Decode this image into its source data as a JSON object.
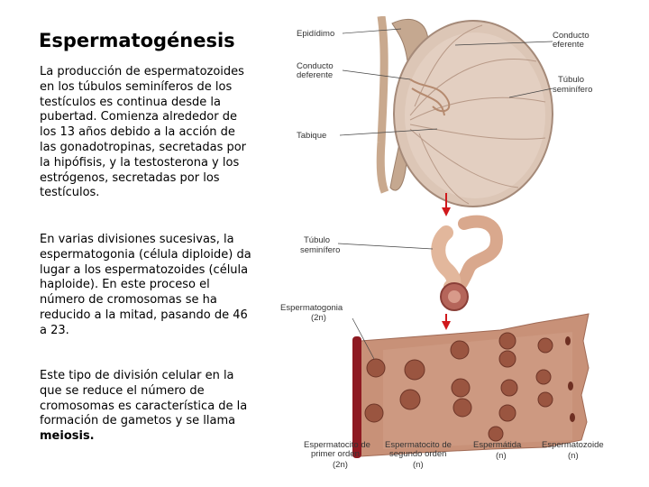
{
  "slide": {
    "title": "Espermatogénesis",
    "paragraph1": "La producción de espermatozoides en los túbulos seminíferos de los testículos es continua desde la pubertad. Comienza alrededor de los 13 años debido a la acción de las gonadotropinas, secretadas por la hipófisis, y la testosterona y los estrógenos, secretadas por los testículos.",
    "paragraph2": "En varias divisiones sucesivas, la espermatogonia (célula diploide) da lugar a los espermatozoides (célula haploide). En este proceso el número de cromosomas se ha reducido a la mitad, pasando de 46 a 23.",
    "paragraph3_text": "Este tipo de división celular en la que se reduce el número de cromosomas es característica de la formación de gametos y se llama ",
    "paragraph3_bold": "meiosis."
  },
  "figure": {
    "labels": {
      "epididimo": "Epidídimo",
      "conducto_eferente_1": "Conducto",
      "conducto_eferente_2": "eferente",
      "conducto_deferente_1": "Conducto",
      "conducto_deferente_2": "deferente",
      "tubulo_seminifero_1": "Túbulo",
      "tubulo_seminifero_2": "seminífero",
      "tabique": "Tabique",
      "tubulo_small_1": "Túbulo",
      "tubulo_small_2": "seminífero",
      "espermatogonia_1": "Espermatogonia",
      "espermatogonia_2": "(2n)",
      "primer_orden_1": "Espermatocito de",
      "primer_orden_2": "primer orden",
      "primer_orden_3": "(2n)",
      "segundo_orden_1": "Espermatocito de",
      "segundo_orden_2": "segundo orden",
      "segundo_orden_3": "(n)",
      "espermatida_1": "Espermátida",
      "espermatida_2": "(n)",
      "espermatozoide_1": "Espermatozoide",
      "espermatozoide_2": "(n)"
    },
    "colors": {
      "testis": "#d9c4b4",
      "tissue": "#c08a72",
      "cell": "#9a5540",
      "blood_vessel": "#8e1a22",
      "arrow": "#d0181c"
    }
  }
}
